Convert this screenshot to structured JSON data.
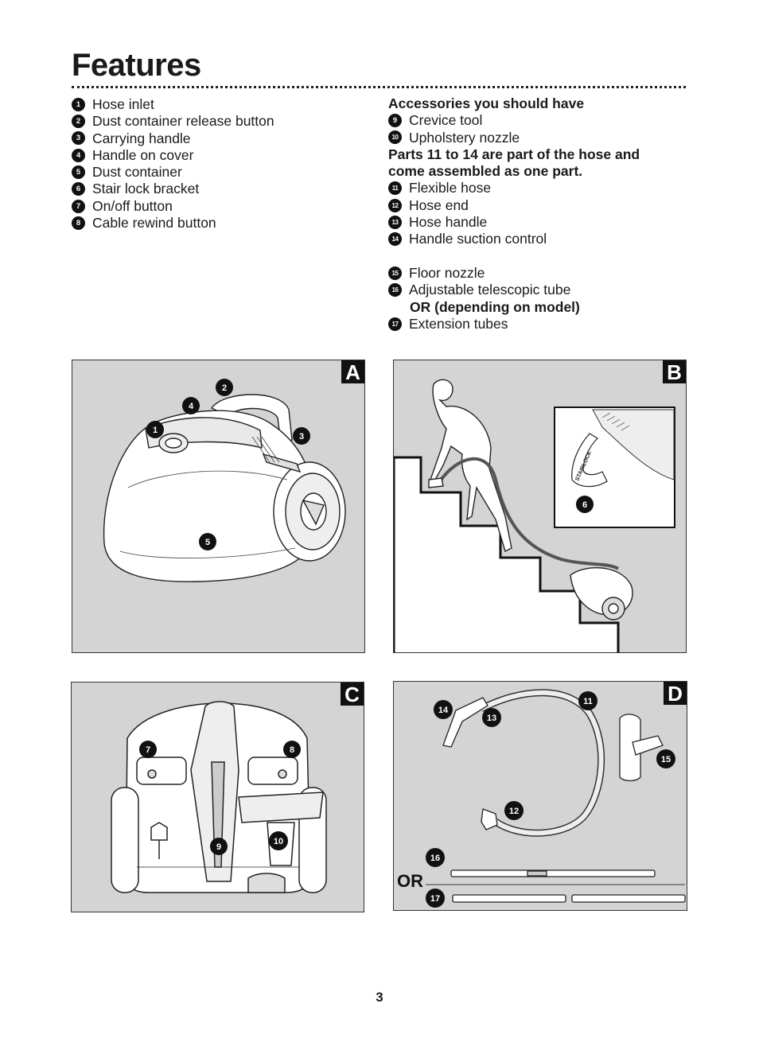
{
  "title": "Features",
  "left_list": [
    {
      "n": "1",
      "label": "Hose inlet"
    },
    {
      "n": "2",
      "label": "Dust container release button"
    },
    {
      "n": "3",
      "label": "Carrying handle"
    },
    {
      "n": "4",
      "label": "Handle on cover"
    },
    {
      "n": "5",
      "label": "Dust container"
    },
    {
      "n": "6",
      "label": "Stair lock bracket"
    },
    {
      "n": "7",
      "label": "On/off button"
    },
    {
      "n": "8",
      "label": "Cable rewind button"
    }
  ],
  "right_list": {
    "accessories_heading": "Accessories you should have",
    "accessories": [
      {
        "n": "9",
        "label": "Crevice tool"
      },
      {
        "n": "10",
        "label": "Upholstery nozzle"
      }
    ],
    "hose_note": [
      "Parts 11 to 14 are part of the hose and",
      "come assembled as one part."
    ],
    "hose_parts": [
      {
        "n": "11",
        "label": "Flexible hose"
      },
      {
        "n": "12",
        "label": "Hose end"
      },
      {
        "n": "13",
        "label": "Hose handle"
      },
      {
        "n": "14",
        "label": "Handle suction control"
      }
    ],
    "floor_nozzle": {
      "n": "15",
      "label": "Floor nozzle"
    },
    "telescopic_tube": {
      "n": "16",
      "label": "Adjustable telescopic tube"
    },
    "or_note": "OR (depending on model)",
    "extension_tubes": {
      "n": "17",
      "label": "Extension tubes"
    }
  },
  "panels": {
    "a": {
      "label": "A",
      "callouts": [
        "1",
        "2",
        "3",
        "4",
        "5"
      ]
    },
    "b": {
      "label": "B",
      "callouts": [
        "6"
      ],
      "bracket_text": "STAIRLOCK"
    },
    "c": {
      "label": "C",
      "callouts": [
        "7",
        "8",
        "9",
        "10"
      ]
    },
    "d": {
      "label": "D",
      "callouts": [
        "11",
        "12",
        "13",
        "14",
        "15",
        "16",
        "17"
      ],
      "or_label": "OR"
    }
  },
  "page_number": "3"
}
